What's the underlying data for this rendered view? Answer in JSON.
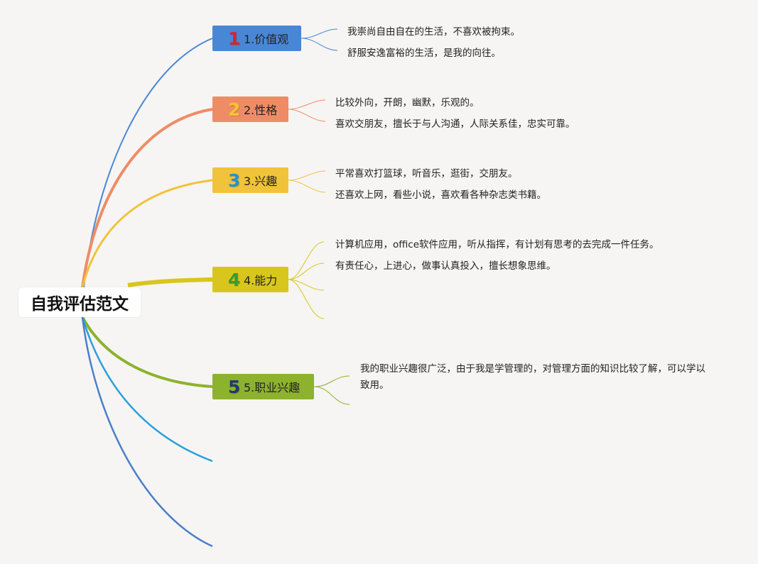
{
  "root": {
    "label": "自我评估范文"
  },
  "branches": [
    {
      "num": "1",
      "label": "1.价值观",
      "color": "#4a86d6",
      "num_color": "#d4252f",
      "leaves": [
        "我崇尚自由自在的生活，不喜欢被拘束。",
        "舒服安逸富裕的生活，是我的向往。"
      ]
    },
    {
      "num": "2",
      "label": "2.性格",
      "color": "#ee8c66",
      "num_color": "#f4c431",
      "leaves": [
        "比较外向，开朗，幽默，乐观的。",
        "喜欢交朋友，擅长于与人沟通，人际关系佳，忠实可靠。"
      ]
    },
    {
      "num": "3",
      "label": "3.兴趣",
      "color": "#f0c33a",
      "num_color": "#2a8fd0",
      "leaves": [
        "平常喜欢打篮球，听音乐，逛街，交朋友。",
        "还喜欢上网，看些小说，喜欢看各种杂志类书籍。"
      ]
    },
    {
      "num": "4",
      "label": "4.能力",
      "color": "#d8c61e",
      "num_color": "#3c9a2c",
      "leaves": [
        "计算机应用，office软件应用，听从指挥，有计划有思考的去完成一件任务。",
        "有责任心，上进心，做事认真投入，擅长想象思维。"
      ]
    },
    {
      "num": "5",
      "label": "5.职业兴趣",
      "color": "#8db22e",
      "num_color": "#1f3a6b",
      "leaves": [
        "我的职业兴趣很广泛，由于我是学管理的，对管理方面的知识比较了解，可以学以致用。"
      ]
    }
  ],
  "colors": {
    "background": "#f6f5f3",
    "extra_branch_1": "#2aa0dc",
    "extra_branch_2": "#4a7fc8"
  }
}
